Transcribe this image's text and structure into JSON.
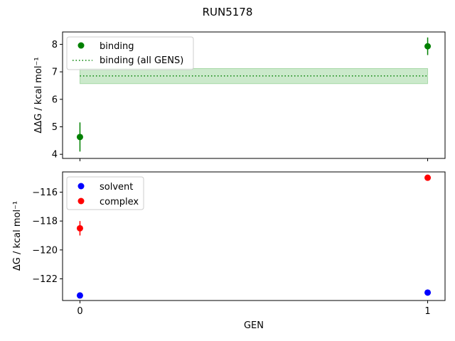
{
  "figure": {
    "title": "RUN5178"
  },
  "chart_data": [
    {
      "type": "scatter",
      "title": "",
      "xlabel": "",
      "ylabel": "ΔΔG / kcal mol⁻¹",
      "x_ticks": [
        0,
        1
      ],
      "x_tick_labels_visible": false,
      "y_ticks": [
        4,
        5,
        6,
        7,
        8
      ],
      "xlim": [
        -0.05,
        1.05
      ],
      "ylim": [
        3.85,
        8.45
      ],
      "grid": false,
      "legend_position": "upper-left",
      "series": [
        {
          "name": "binding",
          "kind": "errorbar-scatter",
          "color": "#008000",
          "x": [
            0,
            1
          ],
          "y": [
            4.63,
            7.93
          ],
          "yerr": [
            0.53,
            0.32
          ]
        },
        {
          "name": "binding (all GENS)",
          "kind": "dotted-line-with-band",
          "color": "#008000",
          "band_color": "#a8dba8",
          "x": [
            0,
            1
          ],
          "y": 6.85,
          "band": [
            6.57,
            7.12
          ]
        }
      ]
    },
    {
      "type": "scatter",
      "title": "",
      "xlabel": "GEN",
      "ylabel": "ΔG / kcal mol⁻¹",
      "x_ticks": [
        0,
        1
      ],
      "y_ticks": [
        -122,
        -120,
        -118,
        -116
      ],
      "xlim": [
        -0.05,
        1.05
      ],
      "ylim": [
        -123.5,
        -114.6
      ],
      "grid": false,
      "legend_position": "upper-left",
      "series": [
        {
          "name": "solvent",
          "kind": "errorbar-scatter",
          "color": "#0000ff",
          "x": [
            0,
            1
          ],
          "y": [
            -123.15,
            -122.95
          ],
          "yerr": [
            0.05,
            0.05
          ]
        },
        {
          "name": "complex",
          "kind": "errorbar-scatter",
          "color": "#ff0000",
          "x": [
            0,
            1
          ],
          "y": [
            -118.5,
            -115.0
          ],
          "yerr": [
            0.5,
            0.05
          ]
        }
      ]
    }
  ]
}
